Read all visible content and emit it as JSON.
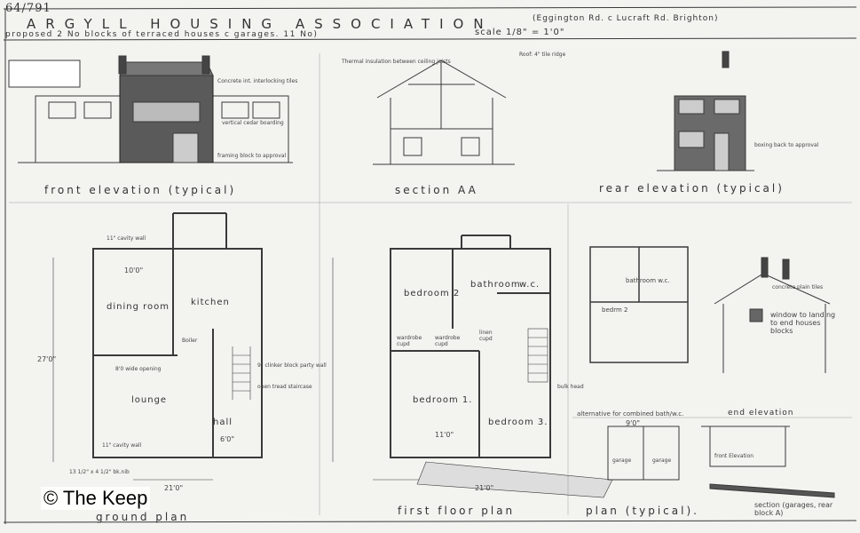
{
  "sheet": {
    "reference": "64/791",
    "title": "ARGYLL HOUSING ASSOCIATION",
    "location": "(Eggington Rd. c Lucraft Rd. Brighton)",
    "subtitle": "proposed 2 No blocks of terraced houses c garages. 11 No)",
    "scale": "scale 1/8\" = 1'0\""
  },
  "captions": {
    "front_elevation": "front elevation (typical)",
    "section_aa": "section AA",
    "rear_elevation": "rear elevation (typical)",
    "ground_plan": "ground plan",
    "first_floor_plan": "first floor plan",
    "plan_typical": "plan (typical).",
    "end_elevation": "end elevation",
    "section_garages": "section (garages, rear block A)",
    "alternative": "alternative for combined bath/w.c."
  },
  "rooms": {
    "dining_room": "dining room",
    "kitchen": "kitchen",
    "lounge": "lounge",
    "hall": "hall",
    "bedroom_2": "bedroom 2",
    "bedroom_1": "bedroom 1.",
    "bedroom_3": "bedroom 3.",
    "bathroom": "bathroom",
    "wc": "w.c.",
    "bathroom_wc": "bathroom w.c.",
    "bed_2": "bedrm 2",
    "garage_1": "garage",
    "garage_2": "garage",
    "boiler": "Boiler",
    "wardrobe_1": "wardrobe cupd",
    "wardrobe_2": "wardrobe cupd",
    "linen": "linen cupd",
    "front_elevation_label": "front Elevation"
  },
  "dimensions": {
    "d1": "10'0\"",
    "d2": "21'0\"",
    "d3": "27'0\"",
    "d4": "6'0\"",
    "d5": "11'0\"",
    "d6": "9'0\"",
    "d7": "21'0\""
  },
  "notes": {
    "n1": "Concrete int. interlocking tiles",
    "n2": "vertical cedar boarding",
    "n3": "framing block to approval",
    "n4": "Thermal insulation between ceiling joists",
    "n5": "Roof: 4\" tile ridge",
    "n6": "11\" cavity wall",
    "n7": "9\" clinker block party wall",
    "n8": "open tread staircase",
    "n9": "bulk head",
    "n10": "boxing back to approval",
    "n11": "window to landing to end houses blocks",
    "n12": "8'0 wide opening",
    "n13": "11\" cavity wall",
    "n14": "13 1/2\" x 4 1/2\" bk.nib",
    "n15": "concrete plain tiles"
  },
  "watermark": "© The Keep"
}
